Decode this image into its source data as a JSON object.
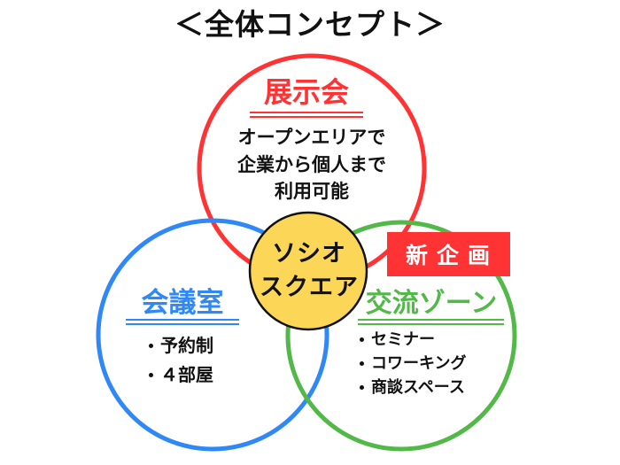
{
  "title": "＜全体コンセプト＞",
  "colors": {
    "exhibition": "#ff3333",
    "meeting": "#2f88f5",
    "exchange": "#52b848",
    "center_fill": "#fcd757",
    "badge": "#ff3333"
  },
  "exhibition": {
    "heading": "展示会",
    "description": [
      "オープンエリアで",
      "企業から個人まで",
      "利用可能"
    ]
  },
  "meeting_room": {
    "heading": "会議室",
    "items": [
      "予約制",
      "４部屋"
    ]
  },
  "exchange_zone": {
    "heading": "交流ゾーン",
    "badge": "新企画",
    "items": [
      "セミナー",
      "コワーキング",
      "商談スペース"
    ]
  },
  "center": {
    "lines": [
      "ソシオ",
      "スクエア"
    ]
  }
}
